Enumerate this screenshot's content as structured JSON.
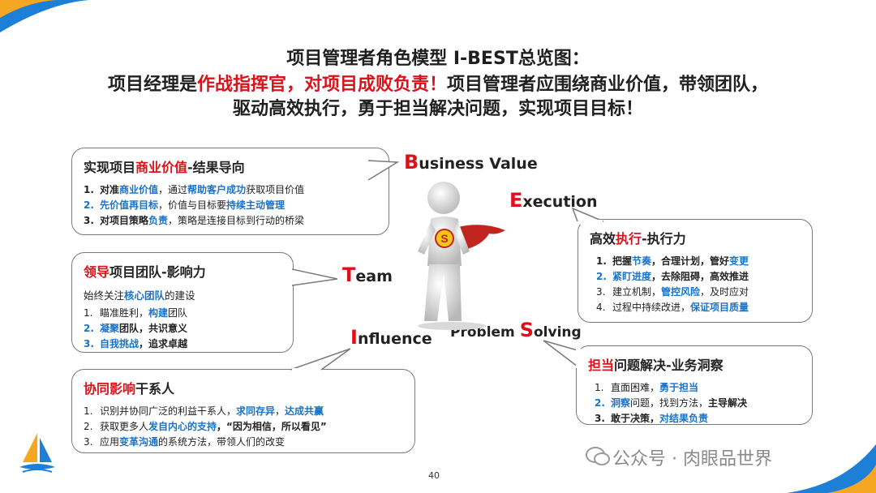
{
  "title": {
    "line1": "项目管理者角色模型 I-BEST总览图：",
    "line2_a": "项目经理是",
    "line2_red": "作战指挥官，对项目成败负责！",
    "line2_b": "项目管理者应围绕商业价值，带领团队，",
    "line3": "驱动高效执行，勇于担当解决问题，实现项目目标！"
  },
  "labels": {
    "business_cap": "B",
    "business_rest": "usiness V",
    "business_cap2": "V",
    "business_end": "alue",
    "execution_cap": "E",
    "execution_rest": "xecution",
    "team_cap": "T",
    "team_rest": "eam",
    "influence_cap": "I",
    "influence_rest": "nfluence",
    "problem": "Problem ",
    "solving_cap": "S",
    "solving_rest": "olving"
  },
  "business_box": {
    "head_a": "实现项目",
    "head_red": "商业价值",
    "head_b": "-结果导向",
    "items": [
      {
        "num": "1.",
        "p1": "对准",
        "h1": "商业价值",
        "p2": "，通过",
        "h2": "帮助客户成功",
        "p3": "获取项目价值"
      },
      {
        "num": "2.",
        "h1": "先价值再目标",
        "p2": "，价值与目标要",
        "h2": "持续主动管理"
      },
      {
        "num": "3.",
        "p1": "对项目策略",
        "h1": "负责",
        "p2": "，策略是连接目标到行动的桥梁"
      }
    ]
  },
  "team_box": {
    "head_red": "领导",
    "head_b": "项目团队-影响力",
    "intro_a": "始终关注",
    "intro_h": "核心团队",
    "intro_b": "的建设",
    "items": [
      {
        "num": "1.",
        "p1": "瞄准胜利，",
        "h1": "构建",
        "p2": "团队"
      },
      {
        "num": "2.",
        "h1": "凝聚",
        "p2": "团队，共识意义"
      },
      {
        "num": "3.",
        "h1": "自我挑战",
        "p2": "，追求卓越"
      }
    ]
  },
  "influence_box": {
    "head_red": "协同影响",
    "head_b": "干系人",
    "items": [
      {
        "num": "1.",
        "p1": "识别并协同广泛的利益干系人，",
        "h1": "求同存异",
        "p2": "，",
        "h2": "达成共赢"
      },
      {
        "num": "2.",
        "p1": "获取更多人",
        "h1": "发自内心的支持",
        "p2": "，“因为相信，所以看见”"
      },
      {
        "num": "3.",
        "p1": "应用",
        "h1": "变革沟通",
        "p2": "的系统方法，带领人们的改变"
      }
    ]
  },
  "execution_box": {
    "head_a": "高效",
    "head_red": "执行",
    "head_b": "-执行力",
    "items": [
      {
        "num": "1.",
        "p1": "把握",
        "h1": "节奏",
        "p2": "，合理计划，管好",
        "h2": "变更"
      },
      {
        "num": "2.",
        "h1": "紧盯进度",
        "p2": "，去除阻碍，高效推进"
      },
      {
        "num": "3.",
        "p1": "建立机制，",
        "h1": "管控风险",
        "p2": "，及时应对"
      },
      {
        "num": "4.",
        "p1": "过程中持续改进，",
        "h1": "保证项目质量"
      }
    ]
  },
  "solving_box": {
    "head_red": "担当",
    "head_b": "问题解决-业务洞察",
    "items": [
      {
        "num": "1.",
        "p1": "直面困难，",
        "h1": "勇于担当"
      },
      {
        "num": "2.",
        "h1": "洞察",
        "p1b": "问题，找到方法，",
        "b1": "主导解决"
      },
      {
        "num": "3.",
        "b1": "敢于决策",
        "p2": "，",
        "h1": "对结果负责"
      }
    ]
  },
  "page_number": "40",
  "watermark": "公众号 · 肉眼品世界",
  "colors": {
    "accent_red": "#d9121b",
    "accent_blue": "#1a73c9",
    "corner_orange": "#f5a623",
    "corner_blue": "#1e7fd6"
  }
}
